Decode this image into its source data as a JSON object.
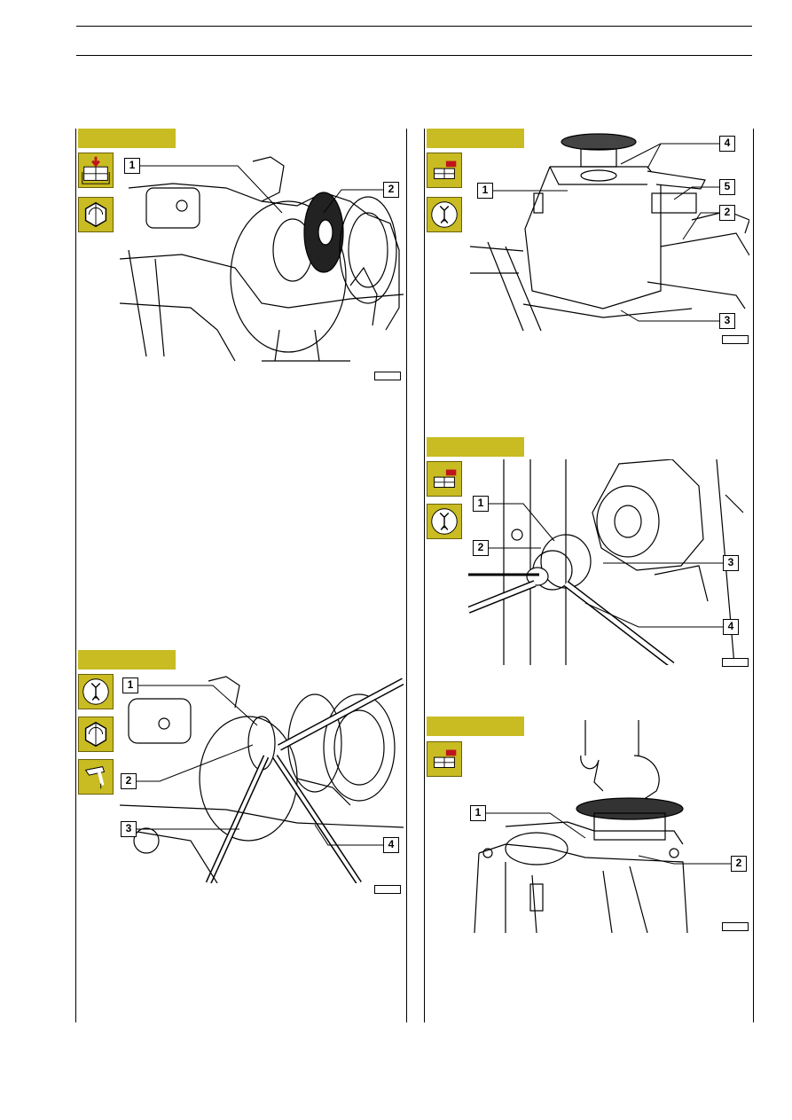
{
  "figures": [
    {
      "id": "fig-a",
      "callouts": [
        "1",
        "2"
      ],
      "icons": [
        "removal-icon",
        "nut-icon"
      ]
    },
    {
      "id": "fig-b",
      "callouts": [
        "1",
        "2",
        "3",
        "4"
      ],
      "icons": [
        "wrench-icon",
        "nut-icon",
        "hammer-icon"
      ]
    },
    {
      "id": "fig-c",
      "callouts": [
        "1",
        "2",
        "3",
        "4",
        "5"
      ],
      "icons": [
        "disassembly-icon",
        "wrench-icon"
      ]
    },
    {
      "id": "fig-d",
      "callouts": [
        "1",
        "2",
        "3",
        "4"
      ],
      "icons": [
        "disassembly-icon",
        "wrench-icon"
      ]
    },
    {
      "id": "fig-e",
      "callouts": [
        "1",
        "2"
      ],
      "icons": [
        "disassembly-icon"
      ]
    }
  ],
  "colors": {
    "bar": "#c9bb22",
    "icon_border": "#6b6208",
    "icon_red": "#c0141c"
  }
}
